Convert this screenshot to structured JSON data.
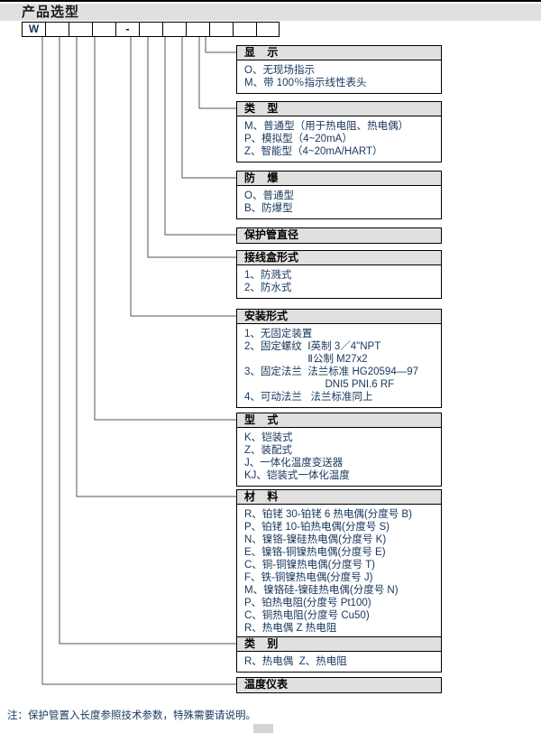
{
  "page": {
    "title": "产品选型",
    "note": "注：保护管置入长度参照技术参数，特殊需要请说明。"
  },
  "code_row": {
    "cells": [
      "W",
      "",
      "",
      "",
      "-",
      "",
      "",
      "",
      "",
      "",
      ""
    ]
  },
  "sections": [
    {
      "key": "display",
      "header": "显    示",
      "lines": [
        "O、无现场指示",
        "M、带 100％指示线性表头"
      ]
    },
    {
      "key": "type",
      "header": "类    型",
      "lines": [
        "M、普通型（用于热电阻、热电偶）",
        "P、模拟型（4~20mA）",
        "Z、智能型（4~20mA/HART）"
      ]
    },
    {
      "key": "explosion_proof",
      "header": "防    爆",
      "lines": [
        "O、普通型",
        "B、防爆型"
      ]
    },
    {
      "key": "tube_diameter",
      "header": "保护管直径",
      "lines": []
    },
    {
      "key": "junction_box",
      "header": "接线盒形式",
      "lines": [
        "1、防溅式",
        "2、防水式"
      ]
    },
    {
      "key": "mounting",
      "header": "安装形式",
      "lines": [
        "1、无固定装置",
        "2、固定螺纹  Ⅰ英制 3／4\"NPT",
        "                      Ⅱ公制 M27x2",
        "3、固定法兰  法兰标准 HG20594—97",
        "                            DNI5 PNI.6 RF",
        "4、可动法兰   法兰标准同上"
      ]
    },
    {
      "key": "style",
      "header": "型    式",
      "lines": [
        "K、铠装式",
        "Z、装配式",
        "J、一体化温度变送器",
        "KJ、铠装式一体化温度"
      ]
    },
    {
      "key": "material",
      "header": "材    料",
      "lines": [
        "R、铂铑 30-铂铑 6 热电偶(分度号 B)",
        "P、铂铑 10-铂热电偶(分度号 S)",
        "N、镍铬-镍硅热电偶(分度号 K)",
        "E、镍铬-铜镍热电偶(分度号 E)",
        "C、铜-铜镍热电偶(分度号 T)",
        "F、铁-铜镍热电偶(分度号 J)",
        "M、镍铬硅-镍硅热电偶(分度号 N)",
        "P、铂热电阻(分度号 Pt100)",
        "C、铜热电阻(分度号 Cu50)",
        "R、热电偶 Z 热电阻"
      ]
    },
    {
      "key": "category",
      "header": "类    别",
      "lines": [
        "R、热电偶  Z、热电阻"
      ]
    },
    {
      "key": "instrument",
      "header": "温度仪表",
      "lines": []
    }
  ]
}
